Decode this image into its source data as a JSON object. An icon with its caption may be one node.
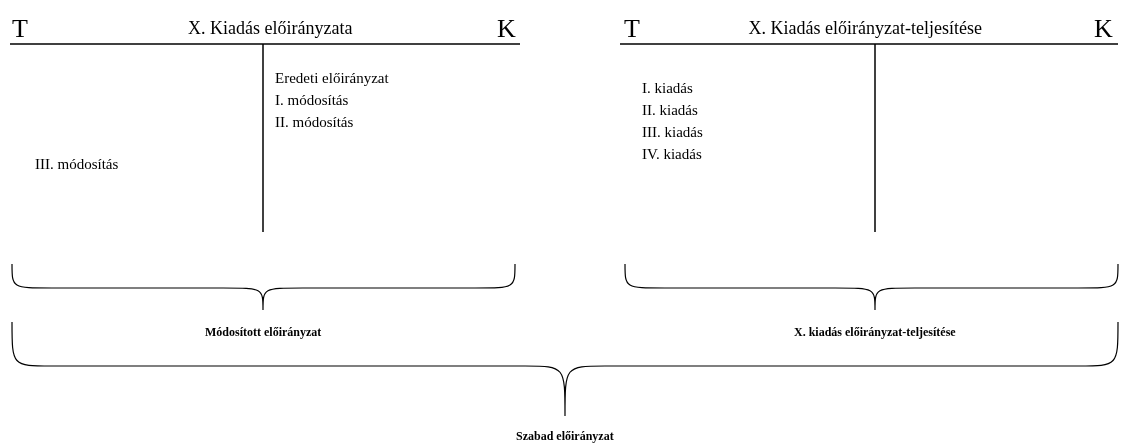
{
  "diagram": {
    "labels": [
      "T",
      "X. Kiadás előirányzata",
      "K",
      "T",
      "X. Kiadás előirányzat-teljesítése",
      "K",
      "Eredeti előirányzat",
      "I. módosítás",
      "II. módosítás",
      "III. módosítás",
      "I. kiadás",
      "II. kiadás",
      "III. kiadás",
      "IV. kiadás",
      "Módosított előirányzat",
      "X. kiadás előirányzat-teljesítése",
      "Szabad előirányzat"
    ]
  }
}
